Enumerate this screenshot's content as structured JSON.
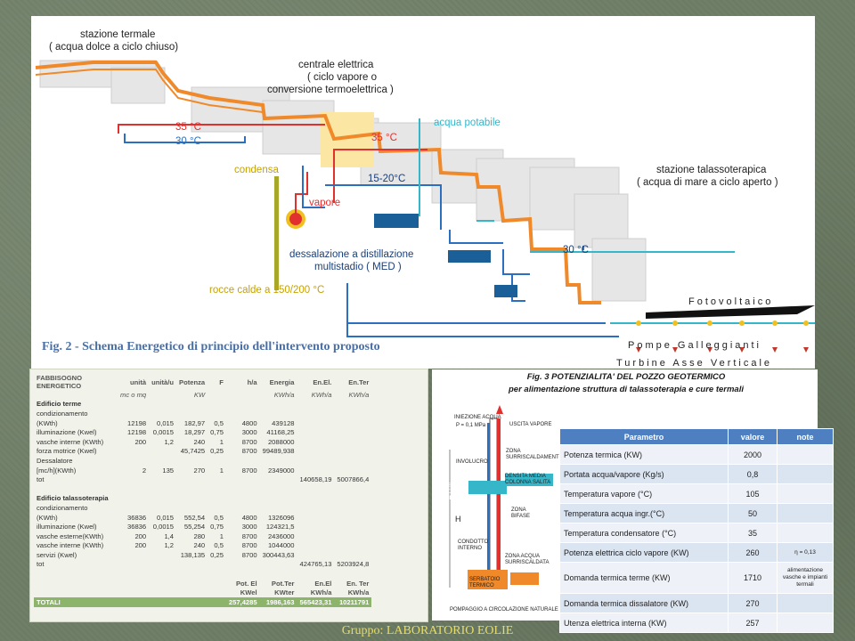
{
  "diagram": {
    "label_stazione_termale": "stazione termale",
    "label_stazione_termale_sub": "( acqua dolce a ciclo chiuso)",
    "label_centrale": "centrale elettrica",
    "label_centrale_sub1": "( ciclo vapore o",
    "label_centrale_sub2": "conversione termoelettrica )",
    "temp_35_left": "35 °C",
    "temp_30_left": "30 °C",
    "temp_35_mid": "35 °C",
    "temp_15_20": "15-20°C",
    "temp_30_right": "30 °C",
    "label_acqua_potabile": "acqua potabile",
    "label_condensa": "condensa",
    "label_vapore": "vapore",
    "label_dessalazione1": "dessalazione a distillazione",
    "label_dessalazione2": "multistadio ( MED )",
    "label_rocce": "rocce calde a 150/200 °C",
    "label_talasso": "stazione talassoterapica",
    "label_talasso_sub": "( acqua di mare a ciclo aperto )",
    "label_fotovoltaico": "Fotovoltaico",
    "label_pompe": "Pompe Galleggianti",
    "label_turbine": "Turbine Asse Verticale",
    "caption": "Fig. 2 - Schema Energetico di principio dell'intervento proposto"
  },
  "energy_table": {
    "headers": [
      "FABBISOGNO ENERGETICO",
      "unità",
      "unità/u",
      "Potenza",
      "F",
      "h/a",
      "Energia",
      "En.El.",
      "En.Ter"
    ],
    "units": [
      "",
      "mc o mq",
      "",
      "KW",
      "",
      "",
      "KWh/a",
      "KWh/a",
      "KWh/a"
    ],
    "rows": [
      {
        "type": "sec",
        "cells": [
          "Edificio terme",
          "",
          "",
          "",
          "",
          "",
          "",
          "",
          ""
        ]
      },
      {
        "type": "row",
        "cells": [
          "condizionamento",
          "",
          "",
          "",
          "",
          "",
          "",
          "",
          ""
        ]
      },
      {
        "type": "row",
        "cells": [
          "(KWth)",
          "12198",
          "0,015",
          "182,97",
          "0,5",
          "4800",
          "439128",
          "",
          ""
        ]
      },
      {
        "type": "row",
        "cells": [
          "illuminazione (Kwel)",
          "12198",
          "0,0015",
          "18,297",
          "0,75",
          "3000",
          "41168,25",
          "",
          ""
        ]
      },
      {
        "type": "row",
        "cells": [
          "vasche interne (KWth)",
          "200",
          "1,2",
          "240",
          "1",
          "8700",
          "2088000",
          "",
          ""
        ]
      },
      {
        "type": "row",
        "cells": [
          "forza motrice (Kwel)",
          "",
          "",
          "45,7425",
          "0,25",
          "8700",
          "99489,938",
          "",
          ""
        ]
      },
      {
        "type": "row",
        "cells": [
          "Dessalatore",
          "",
          "",
          "",
          "",
          "",
          "",
          "",
          ""
        ]
      },
      {
        "type": "row",
        "cells": [
          "[mc/h](KWth)",
          "2",
          "135",
          "270",
          "1",
          "8700",
          "2349000",
          "",
          ""
        ]
      },
      {
        "type": "row",
        "cells": [
          "tot",
          "",
          "",
          "",
          "",
          "",
          "",
          "140658,19",
          "5007866,4"
        ]
      },
      {
        "type": "gap",
        "cells": [
          "",
          "",
          "",
          "",
          "",
          "",
          "",
          "",
          ""
        ]
      },
      {
        "type": "sec",
        "cells": [
          "Edificio talassoterapia",
          "",
          "",
          "",
          "",
          "",
          "",
          "",
          ""
        ]
      },
      {
        "type": "row",
        "cells": [
          "condizionamento",
          "",
          "",
          "",
          "",
          "",
          "",
          "",
          ""
        ]
      },
      {
        "type": "row",
        "cells": [
          "(KWth)",
          "36836",
          "0,015",
          "552,54",
          "0,5",
          "4800",
          "1326096",
          "",
          ""
        ]
      },
      {
        "type": "row",
        "cells": [
          "illuminazione (Kwel)",
          "36836",
          "0,0015",
          "55,254",
          "0,75",
          "3000",
          "124321,5",
          "",
          ""
        ]
      },
      {
        "type": "row",
        "cells": [
          "vasche esterne(KWth)",
          "200",
          "1,4",
          "280",
          "1",
          "8700",
          "2436000",
          "",
          ""
        ]
      },
      {
        "type": "row",
        "cells": [
          "vasche interne (KWth)",
          "200",
          "1,2",
          "240",
          "0,5",
          "8700",
          "1044000",
          "",
          ""
        ]
      },
      {
        "type": "row",
        "cells": [
          "servizi (Kwel)",
          "",
          "",
          "138,135",
          "0,25",
          "8700",
          "300443,63",
          "",
          ""
        ]
      },
      {
        "type": "row",
        "cells": [
          "tot",
          "",
          "",
          "",
          "",
          "",
          "",
          "424765,13",
          "5203924,8"
        ]
      },
      {
        "type": "gap",
        "cells": [
          "",
          "",
          "",
          "",
          "",
          "",
          "",
          "",
          ""
        ]
      },
      {
        "type": "hd",
        "cells": [
          "",
          "",
          "",
          "",
          "",
          "Pot. El",
          "Pot.Ter",
          "En.El",
          "En. Ter"
        ]
      },
      {
        "type": "hd",
        "cells": [
          "",
          "",
          "",
          "",
          "",
          "KWel",
          "KWter",
          "KWh/a",
          "KWh/a"
        ]
      },
      {
        "type": "tot",
        "cells": [
          "TOTALI",
          "",
          "",
          "",
          "",
          "257,4285",
          "1986,163",
          "565423,31",
          "10211791"
        ]
      }
    ]
  },
  "fig3": {
    "title1": "Fig. 3 POTENZIALITA'  DEL POZZO  GEOTERMICO",
    "title2": "per alimentazione  struttura  di talassoterapia  e cure termali",
    "well_labels": {
      "iniezione": "INIEZIONE ACQUA",
      "p": "P = 0,1 MPa",
      "uscita": "USCITA VAPORE",
      "involucro": "INVOLUCRO",
      "zona_surr": "ZONA SURRISCALDAMENTO",
      "densita_sx": "DENSITA' COLONNA DISCESA",
      "densita_media": "DENSITA MEDIA COLONNA SALITA",
      "zona_bif": "ZONA BIFASE",
      "h": "H",
      "condotto": "CONDOTTO INTERNO",
      "zona_acqua": "ZONA ACQUA SURRISCALDATA",
      "serbatoio": "SERBATOIO TERMICO",
      "pompaggio": "POMPAGGIO A CIRCOLAZIONE NATURALE"
    },
    "params_header": [
      "Parametro",
      "valore",
      "note"
    ],
    "params": [
      [
        "Potenza  termica  (KW)",
        "2000",
        ""
      ],
      [
        "Portata acqua/vapore (Kg/s)",
        "0,8",
        ""
      ],
      [
        "Temperatura vapore (°C)",
        "105",
        ""
      ],
      [
        "Temperatura acqua ingr.(°C)",
        "50",
        ""
      ],
      [
        "Temperatura condensatore (°C)",
        "35",
        ""
      ],
      [
        "Potenza elettrica  ciclo vapore (KW)",
        "260",
        "η = 0,13"
      ],
      [
        "Domanda  termica terme  (KW)",
        "1710",
        "alimentazione vasche e impianti termali"
      ],
      [
        "Domanda termica dissalatore (KW)",
        "270",
        ""
      ],
      [
        "Utenza elettrica interna (KW)",
        "257",
        ""
      ]
    ]
  },
  "footer": "Gruppo: LABORATORIO EOLIE",
  "colors": {
    "orange": "#f0892a",
    "red": "#e0312f",
    "blue": "#2a6fc0",
    "cyan": "#35b6c9",
    "olive": "#a7a72a"
  }
}
